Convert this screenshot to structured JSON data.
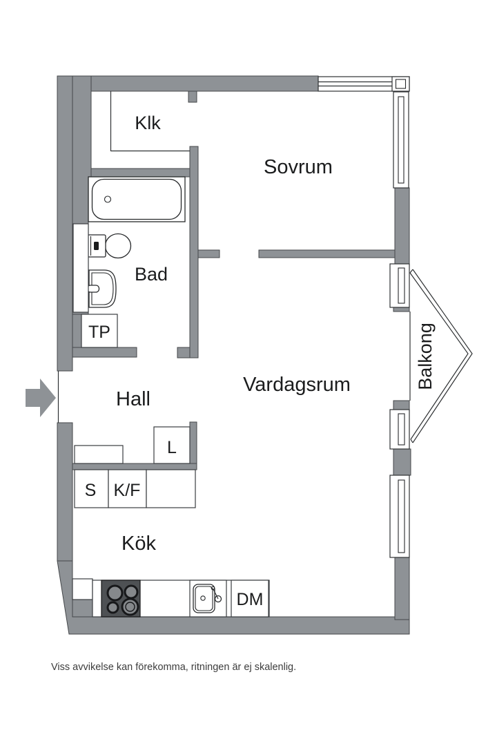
{
  "floorplan": {
    "colors": {
      "wall": "#8E9296",
      "outline": "#44474A",
      "line": "#2E3133",
      "text": "#1B1C1D",
      "stove": "#4E5154",
      "burner": "#85888B",
      "footer_text": "#3C3C3C"
    },
    "rooms": {
      "klk": {
        "label": "Klk"
      },
      "sovrum": {
        "label": "Sovrum"
      },
      "bad": {
        "label": "Bad"
      },
      "hall": {
        "label": "Hall"
      },
      "vardagsrum": {
        "label": "Vardagsrum"
      },
      "kok": {
        "label": "Kök"
      },
      "balkong": {
        "label": "Balkong"
      }
    },
    "fixtures": {
      "tp": {
        "label": "TP"
      },
      "l": {
        "label": "L"
      },
      "s": {
        "label": "S"
      },
      "kf": {
        "label": "K/F"
      },
      "dm": {
        "label": "DM"
      }
    }
  },
  "footer": {
    "disclaimer": "Viss avvikelse kan förekomma, ritningen är ej skalenlig."
  }
}
